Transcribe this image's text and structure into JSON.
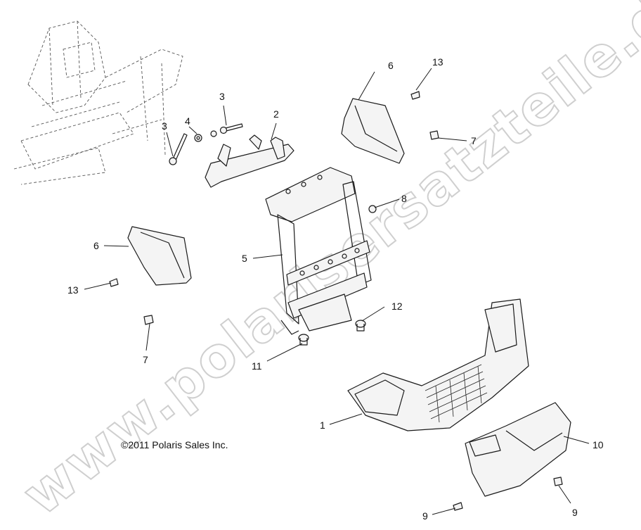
{
  "watermark": "www.polarisersatzteile.de",
  "copyright": "©2011 Polaris Sales Inc.",
  "callouts": {
    "c1": "1",
    "c2": "2",
    "c3a": "3",
    "c3b": "3",
    "c4": "4",
    "c5": "5",
    "c6a": "6",
    "c6b": "6",
    "c7a": "7",
    "c7b": "7",
    "c8": "8",
    "c9a": "9",
    "c9b": "9",
    "c10": "10",
    "c11": "11",
    "c12": "12",
    "c13a": "13",
    "c13b": "13"
  }
}
